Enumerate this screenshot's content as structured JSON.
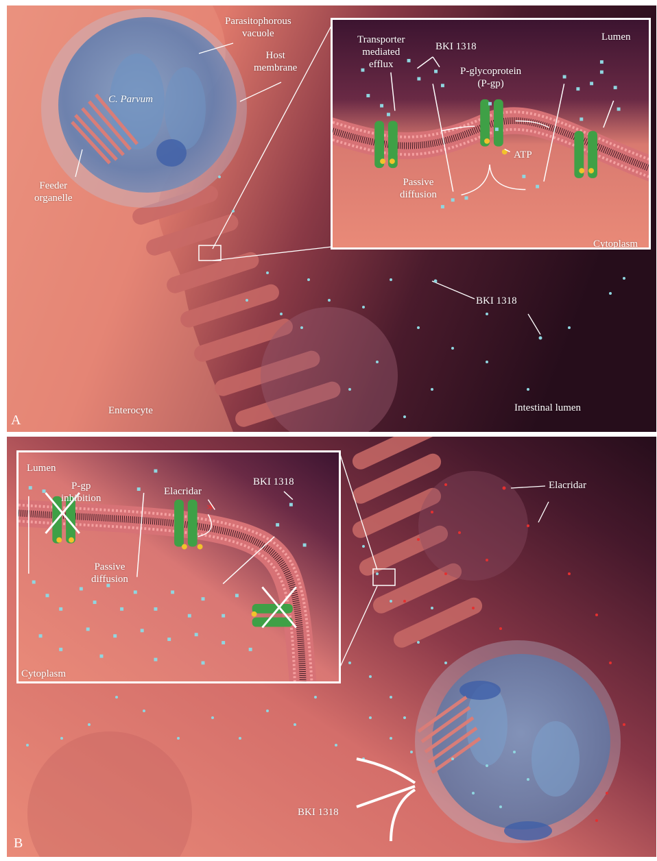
{
  "panel_a": {
    "letter": "A",
    "labels": {
      "parasitophorous_vacuole": "Parasitophorous\nvacuole",
      "host_membrane": "Host\nmembrane",
      "c_parvum": "C. Parvum",
      "feeder_organelle": "Feeder\norganelle",
      "bki": "BKI 1318",
      "enterocyte": "Enterocyte",
      "intestinal_lumen": "Intestinal lumen"
    },
    "inset": {
      "lumen": "Lumen",
      "cytoplasm": "Cytoplasm",
      "transporter_efflux": "Transporter\nmediated\nefflux",
      "bki": "BKI 1318",
      "pgp": "P-glycoprotein\n(P-gp)",
      "atp": "ATP",
      "passive_diffusion": "Passive\ndiffusion"
    }
  },
  "panel_b": {
    "letter": "B",
    "labels": {
      "elacridar": "Elacridar",
      "bki": "BKI 1318"
    },
    "inset": {
      "lumen": "Lumen",
      "pgp_inhibition": "P-gp\ninhibition",
      "elacridar": "Elacridar",
      "bki": "BKI 1318",
      "passive_diffusion": "Passive\ndiffusion",
      "cytoplasm": "Cytoplasm"
    }
  },
  "colors": {
    "cell_body": "#e98a78",
    "lumen_dark": "#2a0f1c",
    "drug_particle": "#8fd6e0",
    "pgp_green": "#3fa046",
    "atp_yellow": "#f2c22c",
    "elacridar_red": "#e53030",
    "parasite_blue": "#5f7fb5"
  }
}
